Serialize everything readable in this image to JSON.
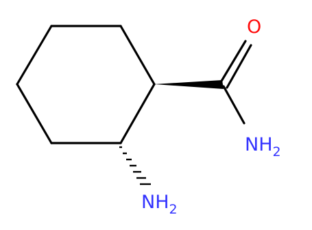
{
  "molecule": {
    "atoms": {
      "oxygen": {
        "symbol": "O",
        "color": "#ff0d0d"
      },
      "amide_nitrogen": {
        "symbol": "NH",
        "subscript": "2",
        "color": "#3333ff"
      },
      "amine_nitrogen": {
        "symbol": "NH",
        "subscript": "2",
        "color": "#3333ff"
      }
    },
    "bond_color": "#000000",
    "stereo": {
      "carboxamide_bond": "wedge",
      "amine_bond": "hash"
    }
  }
}
